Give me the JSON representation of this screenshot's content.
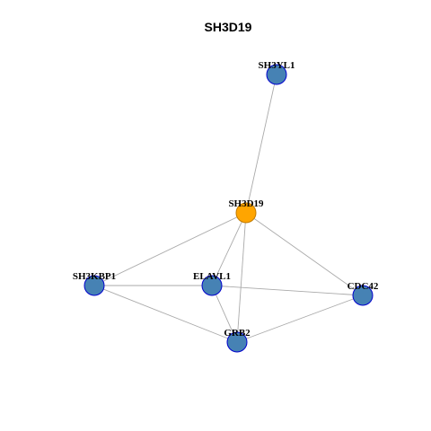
{
  "title": "SH3D19",
  "colors": {
    "center_fill": "#FFA500",
    "center_stroke": "#C07A00",
    "node_fill": "#4682B4",
    "node_stroke": "#0000CD",
    "edge": "#AAAAAA"
  },
  "nodes": [
    {
      "id": "SH3YL1",
      "label": "SH3YL1",
      "center": false
    },
    {
      "id": "SH3D19",
      "label": "SH3D19",
      "center": true
    },
    {
      "id": "SH3KBP1",
      "label": "SH3KBP1",
      "center": false
    },
    {
      "id": "ELAVL1",
      "label": "ELAVL1",
      "center": false
    },
    {
      "id": "CDC42",
      "label": "CDC42",
      "center": false
    },
    {
      "id": "GRB2",
      "label": "GRB2",
      "center": false
    }
  ],
  "edges": [
    [
      "SH3YL1",
      "SH3D19"
    ],
    [
      "SH3D19",
      "SH3KBP1"
    ],
    [
      "SH3D19",
      "ELAVL1"
    ],
    [
      "SH3D19",
      "CDC42"
    ],
    [
      "SH3D19",
      "GRB2"
    ],
    [
      "SH3KBP1",
      "ELAVL1"
    ],
    [
      "SH3KBP1",
      "GRB2"
    ],
    [
      "ELAVL1",
      "CDC42"
    ],
    [
      "ELAVL1",
      "GRB2"
    ],
    [
      "GRB2",
      "CDC42"
    ]
  ]
}
